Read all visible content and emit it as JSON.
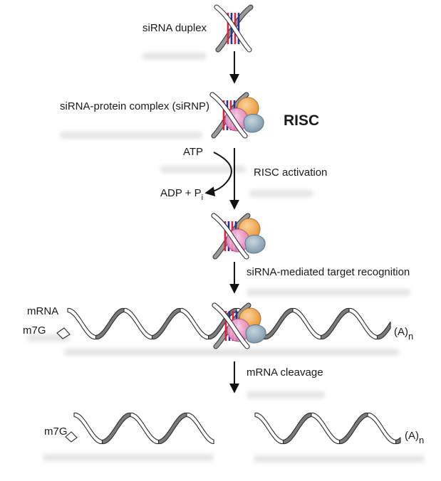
{
  "labels": {
    "sirna_duplex": "siRNA duplex",
    "sirnp": "siRNA-protein complex (siRNP)",
    "risc": "RISC",
    "atp": "ATP",
    "adp_main": "ADP + P",
    "adp_sub": "i",
    "risc_activation": "RISC activation",
    "target_recognition": "siRNA-mediated target recognition",
    "mrna": "mRNA",
    "m7g_mrna": "m7G",
    "polya_main": "(A)",
    "polya_sub": "n",
    "mrna_cleavage": "mRNA cleavage",
    "m7g_fragment": "m7G",
    "polya_fragment_main": "(A)",
    "polya_fragment_sub": "n"
  },
  "colors": {
    "ribbon_light": "#ffffff",
    "ribbon_dark": "#7a7a7a",
    "ribbon_outline": "#2b2b2b",
    "protein_pink": "#e98ac0",
    "protein_orange": "#f0a955",
    "protein_blue": "#8faabb",
    "bar_red": "#d8243c",
    "bar_blue": "#2c2f8c",
    "arrow": "#111111"
  }
}
